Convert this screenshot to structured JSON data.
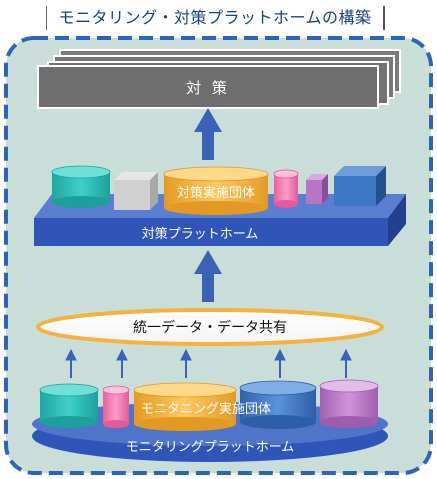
{
  "title": "モニタリング・対策プラットホームの構築",
  "countermeasure_box_label": "対 策",
  "countermeasure_platform": {
    "label": "対策プラットホーム",
    "org_label": "対策実施団体"
  },
  "shared_data_label": "統一データ・データ共有",
  "monitoring_platform": {
    "label": "モニタリングプラットホーム",
    "org_label": "モニタニング実施団体"
  },
  "colors": {
    "background_panel": "#c9ddd9",
    "dashed_border": "#2e64b8",
    "platform_blue": "#2f55b8",
    "arrow_blue": "#3a63b5",
    "gray_box": "#6e6e6e",
    "teal": "#2bbbb6",
    "orange": "#f5b23e",
    "pink": "#f47ab3",
    "purple": "#b776c4",
    "steel_blue": "#3d78c6",
    "ellipse_border": "#f5b23e"
  }
}
